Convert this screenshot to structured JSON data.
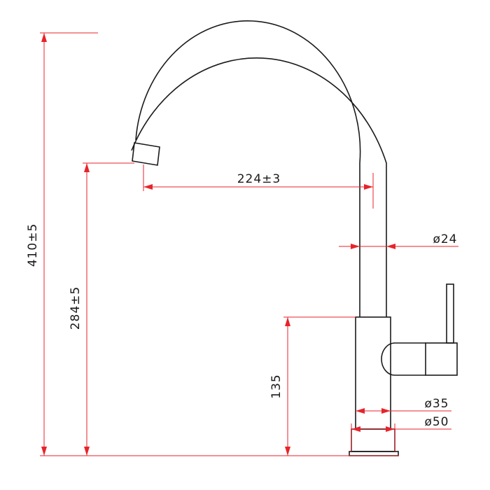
{
  "colors": {
    "outline": "#1a1a1a",
    "dimension": "#e8232a"
  },
  "dimensions": {
    "total_height": "410±5",
    "spout_height": "284±5",
    "body_height": "135",
    "spout_reach": "224±3",
    "pipe_diameter": "ø24",
    "body_diameter": "ø35",
    "base_diameter": "ø50"
  }
}
